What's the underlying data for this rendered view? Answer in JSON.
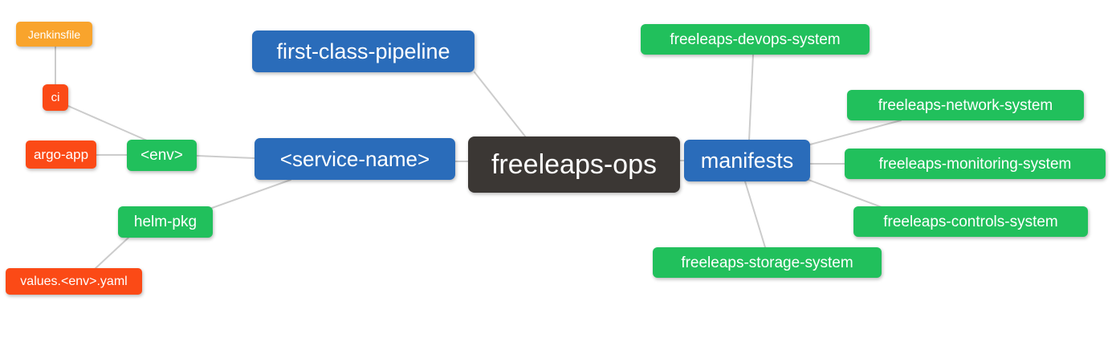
{
  "diagram": {
    "type": "mindmap",
    "root_label": "freeleaps-ops",
    "palette": {
      "blue": "#2a6cba",
      "green": "#21c05c",
      "red": "#fb4a16",
      "orange": "#f9a42c",
      "dark": "#3b3734",
      "edge": "#cccccc",
      "text": "#ffffff",
      "background": "#ffffff"
    },
    "nodes": [
      {
        "id": "first-class-pipeline",
        "label": "first-class-pipeline",
        "color": "blue"
      },
      {
        "id": "service-name",
        "label": "<service-name>",
        "color": "blue"
      },
      {
        "id": "freeleaps-ops",
        "label": "freeleaps-ops",
        "color": "dark"
      },
      {
        "id": "manifests",
        "label": "manifests",
        "color": "blue"
      },
      {
        "id": "jenkinsfile",
        "label": "Jenkinsfile",
        "color": "orange"
      },
      {
        "id": "ci",
        "label": "ci",
        "color": "red"
      },
      {
        "id": "argo-app",
        "label": "argo-app",
        "color": "red"
      },
      {
        "id": "env",
        "label": "<env>",
        "color": "green"
      },
      {
        "id": "helm-pkg",
        "label": "helm-pkg",
        "color": "green"
      },
      {
        "id": "values-env-yaml",
        "label": "values.<env>.yaml",
        "color": "red"
      },
      {
        "id": "freeleaps-devops-system",
        "label": "freeleaps-devops-system",
        "color": "green"
      },
      {
        "id": "freeleaps-network-system",
        "label": "freeleaps-network-system",
        "color": "green"
      },
      {
        "id": "freeleaps-monitoring-system",
        "label": "freeleaps-monitoring-system",
        "color": "green"
      },
      {
        "id": "freeleaps-controls-system",
        "label": "freeleaps-controls-system",
        "color": "green"
      },
      {
        "id": "freeleaps-storage-system",
        "label": "freeleaps-storage-system",
        "color": "green"
      }
    ],
    "edges": [
      {
        "from": "jenkinsfile",
        "to": "ci"
      },
      {
        "from": "ci",
        "to": "env"
      },
      {
        "from": "argo-app",
        "to": "env"
      },
      {
        "from": "env",
        "to": "service-name"
      },
      {
        "from": "helm-pkg",
        "to": "service-name"
      },
      {
        "from": "values-env-yaml",
        "to": "helm-pkg"
      },
      {
        "from": "first-class-pipeline",
        "to": "freeleaps-ops"
      },
      {
        "from": "service-name",
        "to": "freeleaps-ops"
      },
      {
        "from": "freeleaps-ops",
        "to": "manifests"
      },
      {
        "from": "manifests",
        "to": "freeleaps-devops-system"
      },
      {
        "from": "manifests",
        "to": "freeleaps-network-system"
      },
      {
        "from": "manifests",
        "to": "freeleaps-monitoring-system"
      },
      {
        "from": "manifests",
        "to": "freeleaps-controls-system"
      },
      {
        "from": "manifests",
        "to": "freeleaps-storage-system"
      }
    ]
  }
}
